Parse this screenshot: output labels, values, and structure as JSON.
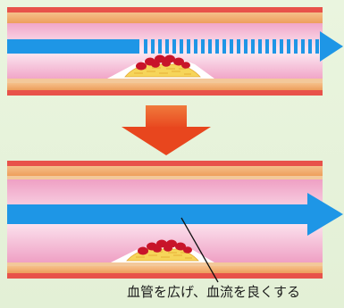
{
  "diagram": {
    "caption": "血管を広げ、血流を良くする",
    "before_label": "",
    "after_label": "",
    "colors": {
      "background": "#e6f2d9",
      "vessel_wall_outer": "#e8524a",
      "vessel_wall_inner": "#f2b06a",
      "vessel_lumen_light": "#fbe2ee",
      "vessel_lumen_mid": "#f3b4d0",
      "flow_arrow": "#1e96e6",
      "transition_arrow": "#ec5a28",
      "plaque_fat": "#f6d55a",
      "plaque_blood": "#c8142a"
    },
    "panels": [
      {
        "state": "narrowed",
        "flow": "restricted"
      },
      {
        "state": "widened",
        "flow": "improved"
      }
    ]
  }
}
